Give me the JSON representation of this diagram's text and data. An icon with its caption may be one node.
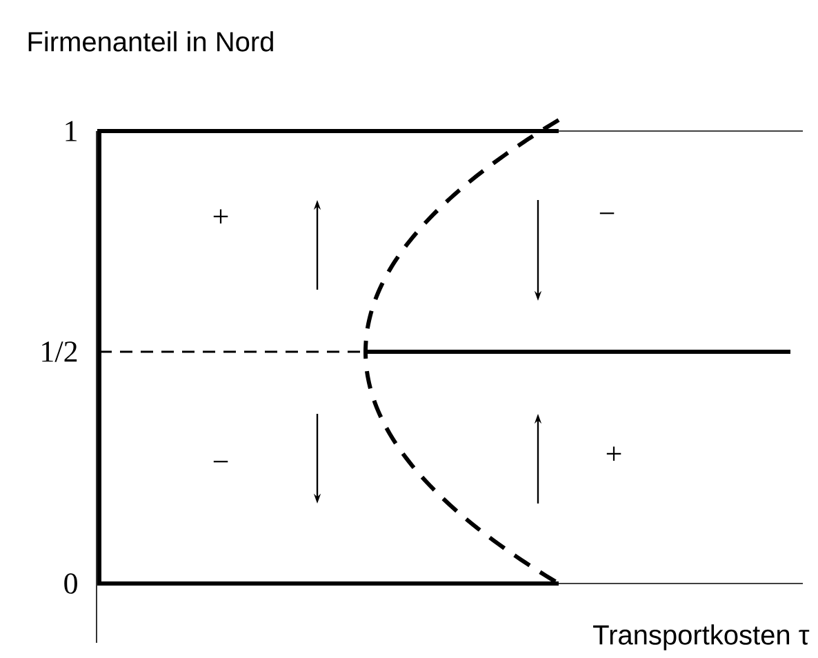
{
  "diagram": {
    "labels": [
      "Firmenanteil in Nord",
      "1",
      "+",
      "−",
      "1/2",
      "−",
      "+",
      "0",
      "Transportkosten τ"
    ]
  }
}
